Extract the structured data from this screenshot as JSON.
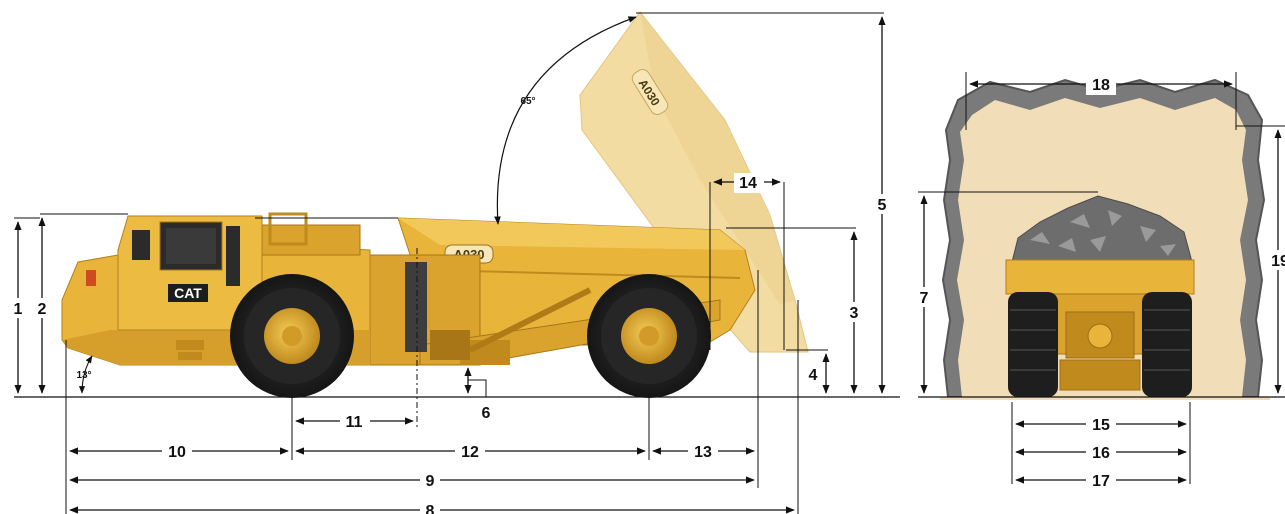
{
  "diagram": {
    "side_view": {
      "model_badge": "A030",
      "brand_logo": "CAT",
      "dump_angle": "65°",
      "front_angle": "13°",
      "labels": {
        "d1": "1",
        "d2": "2",
        "d3": "3",
        "d4": "4",
        "d5": "5",
        "d6": "6",
        "d8": "8",
        "d9": "9",
        "d10": "10",
        "d11": "11",
        "d12": "12",
        "d13": "13",
        "d14": "14"
      }
    },
    "rear_view": {
      "labels": {
        "d7": "7",
        "d15": "15",
        "d16": "16",
        "d17": "17",
        "d18": "18",
        "d19": "19"
      }
    },
    "colors": {
      "machine_yellow": "#e8b53a",
      "machine_shadow": "#c08a1c",
      "raised_bed": "#f3dca2",
      "tire": "#1e1e1e",
      "tunnel_rock": "#7a7a7a",
      "tunnel_interior": "#f1ddb8",
      "ore": "#6d6d6d",
      "dimension_line": "#111111"
    }
  }
}
